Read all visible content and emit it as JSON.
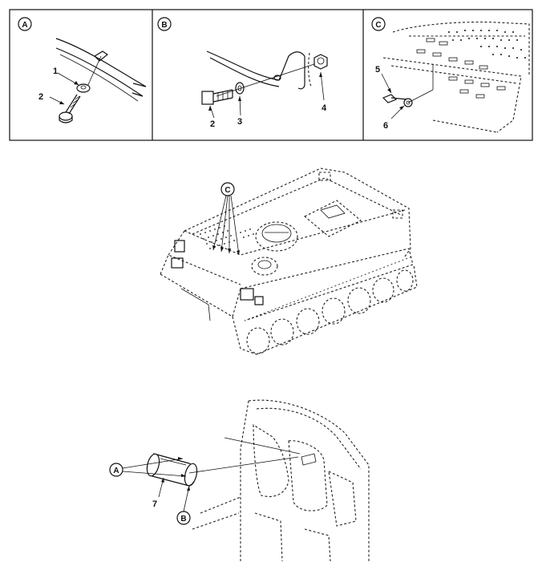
{
  "panels": [
    {
      "id": "A",
      "label": "A"
    },
    {
      "id": "B",
      "label": "B"
    },
    {
      "id": "C",
      "label": "C"
    }
  ],
  "callouts": {
    "p1": "1",
    "p2a": "2",
    "p2b": "2",
    "p3": "3",
    "p4": "4",
    "p5": "5",
    "p6": "6",
    "p7": "7",
    "vehicle_c": "C",
    "bottom_a": "A",
    "bottom_b": "B"
  },
  "colors": {
    "ink": "#111111",
    "background": "#ffffff"
  }
}
